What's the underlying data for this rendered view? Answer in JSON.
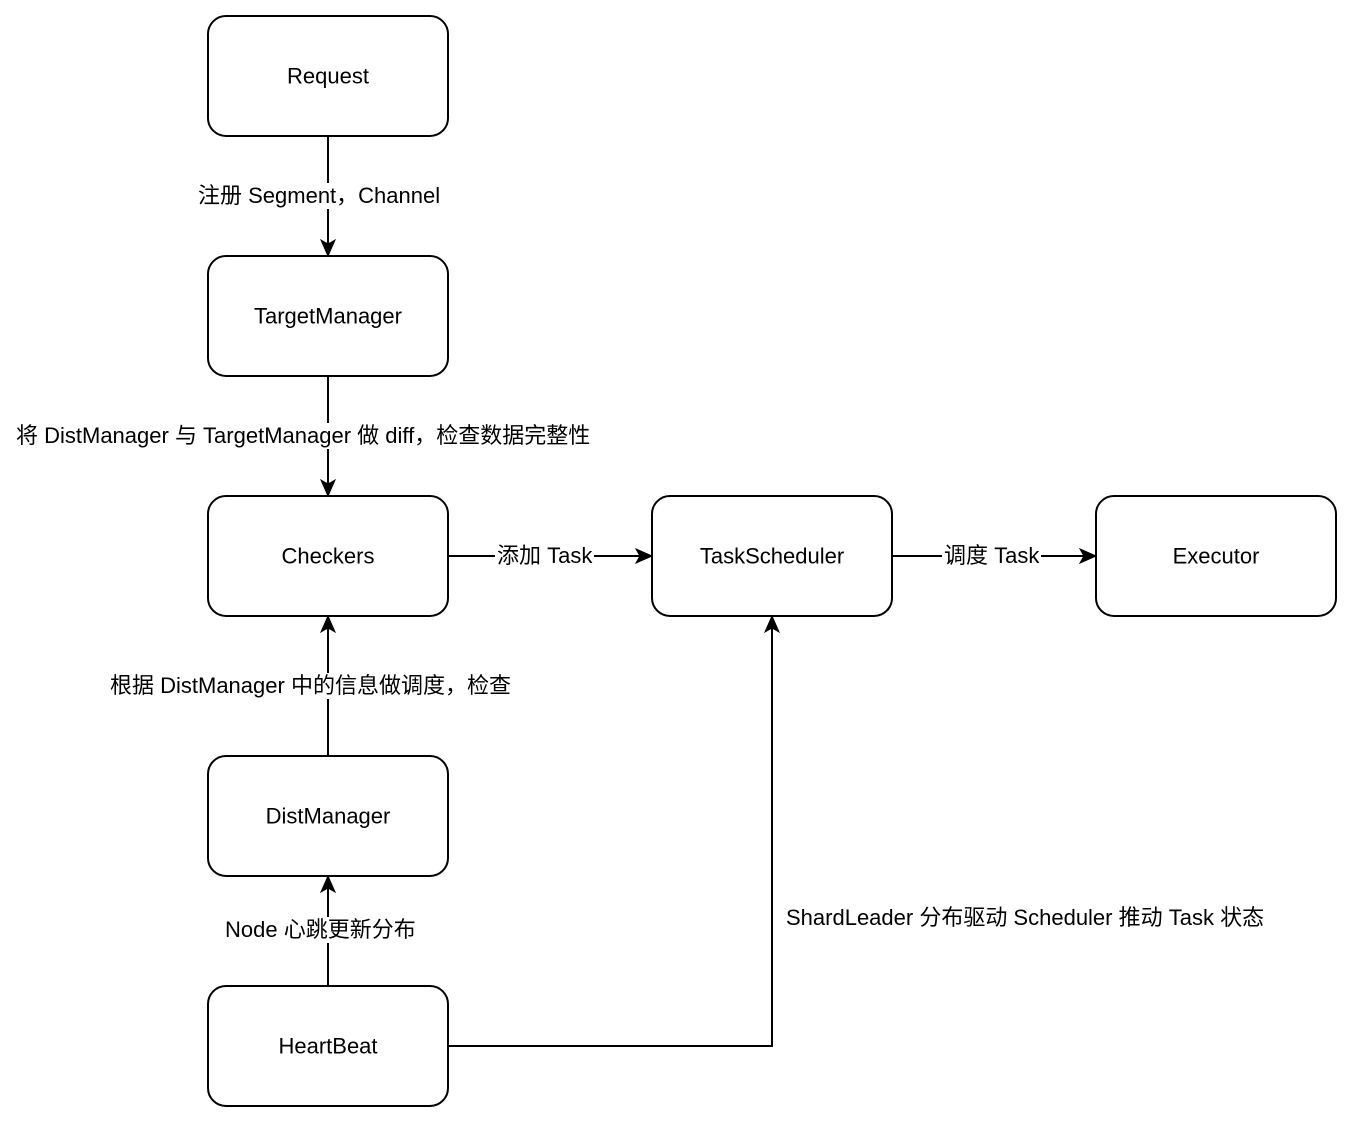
{
  "diagram": {
    "nodes": {
      "request": "Request",
      "target_manager": "TargetManager",
      "checkers": "Checkers",
      "task_scheduler": "TaskScheduler",
      "executor": "Executor",
      "dist_manager": "DistManager",
      "heartbeat": "HeartBeat"
    },
    "edges": {
      "request_to_target": "注册 Segment，Channel",
      "target_to_checkers": "将 DistManager 与 TargetManager 做 diff，检查数据完整性",
      "checkers_to_scheduler": "添加 Task",
      "scheduler_to_executor": "调度 Task",
      "dist_to_checkers": "根据 DistManager 中的信息做调度，检查",
      "heartbeat_to_dist": "Node 心跳更新分布",
      "heartbeat_to_scheduler": "ShardLeader 分布驱动 Scheduler 推动 Task 状态"
    }
  }
}
